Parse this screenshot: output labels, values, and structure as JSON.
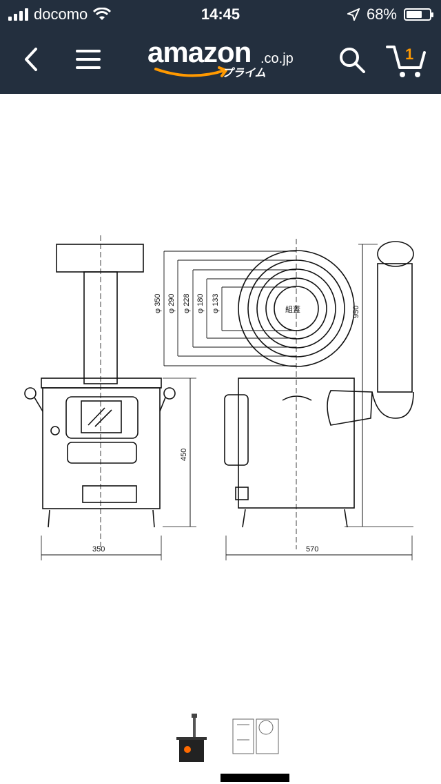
{
  "status_bar": {
    "carrier": "docomo",
    "time": "14:45",
    "battery": "68%",
    "battery_level": 0.68
  },
  "nav": {
    "logo_word": "amazon",
    "logo_tld": ".co.jp",
    "logo_prime": "プライム",
    "cart_count": "1",
    "icons": [
      "back-icon",
      "menu-icon",
      "search-icon",
      "cart-icon"
    ]
  },
  "drawing": {
    "label_center": "組蓋",
    "dims": {
      "d350": "φ 350",
      "d290": "φ 290",
      "d228": "φ 228",
      "d180": "φ 180",
      "d133": "φ 133",
      "h450": "450",
      "h950": "950",
      "w350": "350",
      "w570": "570"
    }
  },
  "colors": {
    "bar_bg": "#232f3e",
    "accent": "#ff9900",
    "line": "#111111"
  }
}
